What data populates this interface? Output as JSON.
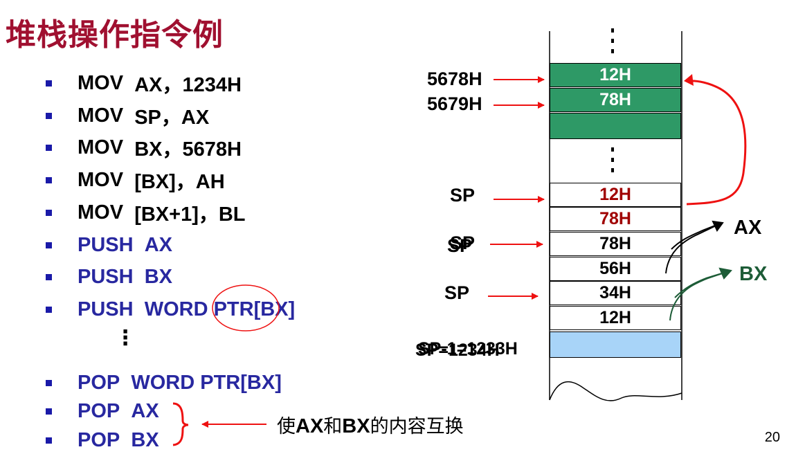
{
  "title": "堆栈操作指令例",
  "instructions": [
    {
      "op": "MOV",
      "args": "AX，1234H"
    },
    {
      "op": "MOV",
      "args": "SP，AX"
    },
    {
      "op": "MOV",
      "args": "BX，5678H"
    },
    {
      "op": "MOV",
      "args": "[BX]，AH"
    },
    {
      "op": "MOV",
      "args": "[BX+1]，BL"
    },
    {
      "op": "PUSH",
      "args": "AX"
    },
    {
      "op": "PUSH",
      "args": "BX"
    },
    {
      "op": "PUSH",
      "args": "WORD PTR[BX]"
    },
    {
      "op": "POP",
      "args": "WORD PTR[BX]"
    },
    {
      "op": "POP",
      "args": "AX"
    },
    {
      "op": "POP",
      "args": "BX"
    }
  ],
  "swap_note": {
    "pre": "使",
    "r1": "AX",
    "mid": "和",
    "r2": "BX",
    "post": "的内容互换"
  },
  "memory": {
    "top_cells": [
      "12H",
      "78H",
      ""
    ],
    "stack_cells": [
      "12H",
      "78H",
      "78H",
      "56H",
      "34H",
      "12H",
      ""
    ],
    "addr_5678": "5678H",
    "addr_5679": "5679H",
    "sp_label": "SP",
    "sp_init_a": "SP=1234H",
    "sp_init_b": "SP-1=1233H",
    "ax_label": "AX",
    "bx_label": "BX"
  },
  "colors": {
    "title": "#a01030",
    "green_cell": "#2e9966",
    "blue_cell": "#a8d4f8",
    "dark_red": "#a00000",
    "blue_text": "#2828a0",
    "arrow_red": "#ee1111",
    "bx_green": "#1d5c37"
  },
  "page_number": "20"
}
